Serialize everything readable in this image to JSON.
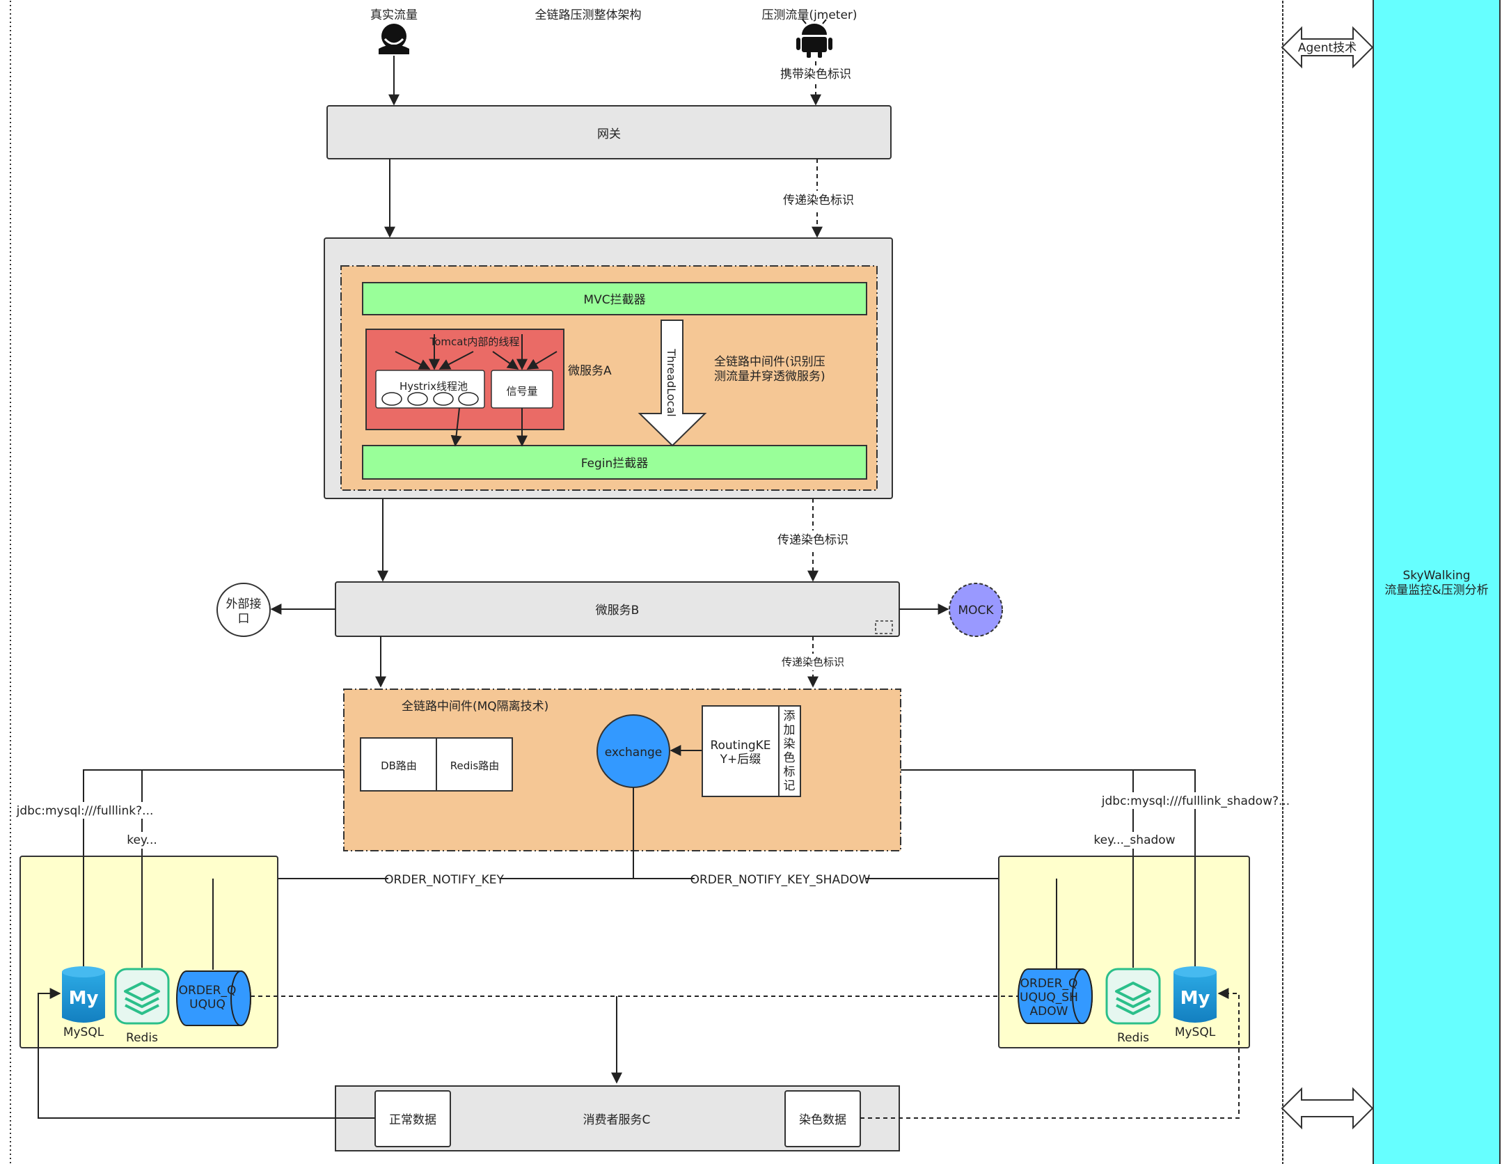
{
  "title": "全链路压测整体架构",
  "sources": {
    "real_traffic": "真实流量",
    "test_traffic": "压测流量(jmeter)",
    "carry_tag": "携带染色标识"
  },
  "gateway": {
    "label": "网关"
  },
  "pass_tag_labels": [
    "传递染色标识",
    "传递染色标识",
    "传递染色标识"
  ],
  "service_a": {
    "mvc": "MVC拦截器",
    "fegin": "Fegin拦截器",
    "tomcat_threads": "Tomcat内部的线程",
    "hystrix_pool": "Hystrix线程池",
    "semaphore": "信号量",
    "label": "微服务A",
    "threadlocal": "ThreadLocal",
    "middleware_note_line1": "全链路中间件(识别压",
    "middleware_note_line2": "测流量并穿透微服务)"
  },
  "service_b": {
    "label": "微服务B",
    "external_line1": "外部接",
    "external_line2": "口",
    "mock": "MOCK"
  },
  "mq_middleware": {
    "title": "全链路中间件(MQ隔离技术)",
    "db_route": "DB路由",
    "redis_route": "Redis路由",
    "exchange": "exchange",
    "routing_line1": "RoutingKE",
    "routing_line2": "Y+后缀",
    "add_tag_chars": [
      "添",
      "加",
      "染",
      "色",
      "标",
      "记"
    ]
  },
  "left_store": {
    "jdbc": "jdbc:mysql:///fulllink?...",
    "key": "key...",
    "mysql": "MySQL",
    "redis": "Redis",
    "queue_line1": "ORDER_Q",
    "queue_line2": "UQUQ",
    "routing_key": "ORDER_NOTIFY_KEY"
  },
  "right_store": {
    "jdbc": "jdbc:mysql:///fulllink_shadow?...",
    "key": "key..._shadow",
    "mysql": "MySQL",
    "redis": "Redis",
    "queue_line1": "ORDER_Q",
    "queue_line2": "UQUQ_SH",
    "queue_line3": "ADOW",
    "routing_key": "ORDER_NOTIFY_KEY_SHADOW"
  },
  "consumer": {
    "label": "消费者服务C",
    "normal": "正常数据",
    "tagged": "染色数据"
  },
  "agent_label": "Agent技术",
  "skywalking": {
    "line1": "SkyWalking",
    "line2": "流量监控&压测分析"
  },
  "colors": {
    "gray_box": "#e6e6e6",
    "orange_area": "#f5c795",
    "green_bar": "#99ff99",
    "red_box": "#ea6b66",
    "blue_node": "#3399ff",
    "mock": "#9999ff",
    "yellow_store": "#ffffcc",
    "mysql_blue": "#1ba1e2",
    "redis_green": "#2bbf8a",
    "skywalking": "#66ffff"
  },
  "icons": [
    "user-icon",
    "android-icon",
    "mysql-icon",
    "redis-icon"
  ]
}
